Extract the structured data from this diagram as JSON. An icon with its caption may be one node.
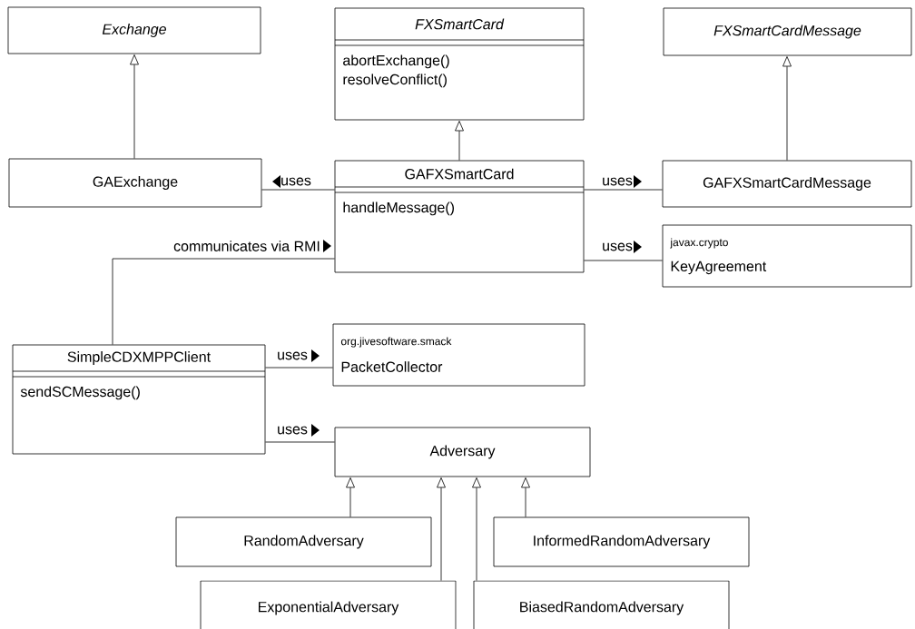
{
  "diagram": {
    "nodes": [
      {
        "text": [
          "Exchange"
        ]
      },
      {
        "text": [
          "FXSmartCard",
          "abortExchange() resolveConflict()"
        ]
      },
      {
        "text": [
          "FXSmartCardMessage"
        ]
      },
      {
        "text": [
          "GAExchange"
        ]
      },
      {
        "text": [
          "GAFXSmartCard",
          "handleMessage()"
        ]
      },
      {
        "text": [
          "GAFXSmartCardMessage"
        ]
      },
      {
        "text": [
          "javax.crypto",
          "KeyAgreement"
        ]
      },
      {
        "text": [
          "SimpleCDXMPPClient",
          "sendSCMessage()"
        ]
      },
      {
        "text": [
          "org.jivesoftware.smack",
          "PacketCollector"
        ]
      },
      {
        "text": [
          "Adversary"
        ]
      },
      {
        "text": [
          "RandomAdversary"
        ]
      },
      {
        "text": [
          "InformedRandomAdversary"
        ]
      },
      {
        "text": [
          "ExponentialAdversary"
        ]
      },
      {
        "text": [
          "BiasedRandomAdversary"
        ]
      }
    ],
    "edges": [
      {
        "from": 3,
        "to": 0,
        "arrow": "to"
      },
      {
        "from": 4,
        "to": 1,
        "arrow": "to"
      },
      {
        "from": 5,
        "to": 2,
        "arrow": "to"
      },
      {
        "from": 4,
        "to": 3,
        "arrow": "none",
        "label": "uses"
      },
      {
        "from": 4,
        "to": 5,
        "arrow": "none",
        "label": "uses"
      },
      {
        "from": 4,
        "to": 6,
        "arrow": "none",
        "label": "uses"
      },
      {
        "from": 7,
        "to": 4,
        "arrow": "none",
        "label": "communicates via RMI"
      },
      {
        "from": 7,
        "to": 8,
        "arrow": "none",
        "label": "uses"
      },
      {
        "from": 7,
        "to": 9,
        "arrow": "none",
        "label": "uses"
      },
      {
        "from": 10,
        "to": 9,
        "arrow": "to"
      },
      {
        "from": 12,
        "to": 9,
        "arrow": "to"
      },
      {
        "from": 13,
        "to": 9,
        "arrow": "to"
      },
      {
        "from": 11,
        "to": 9,
        "arrow": "to"
      }
    ]
  }
}
